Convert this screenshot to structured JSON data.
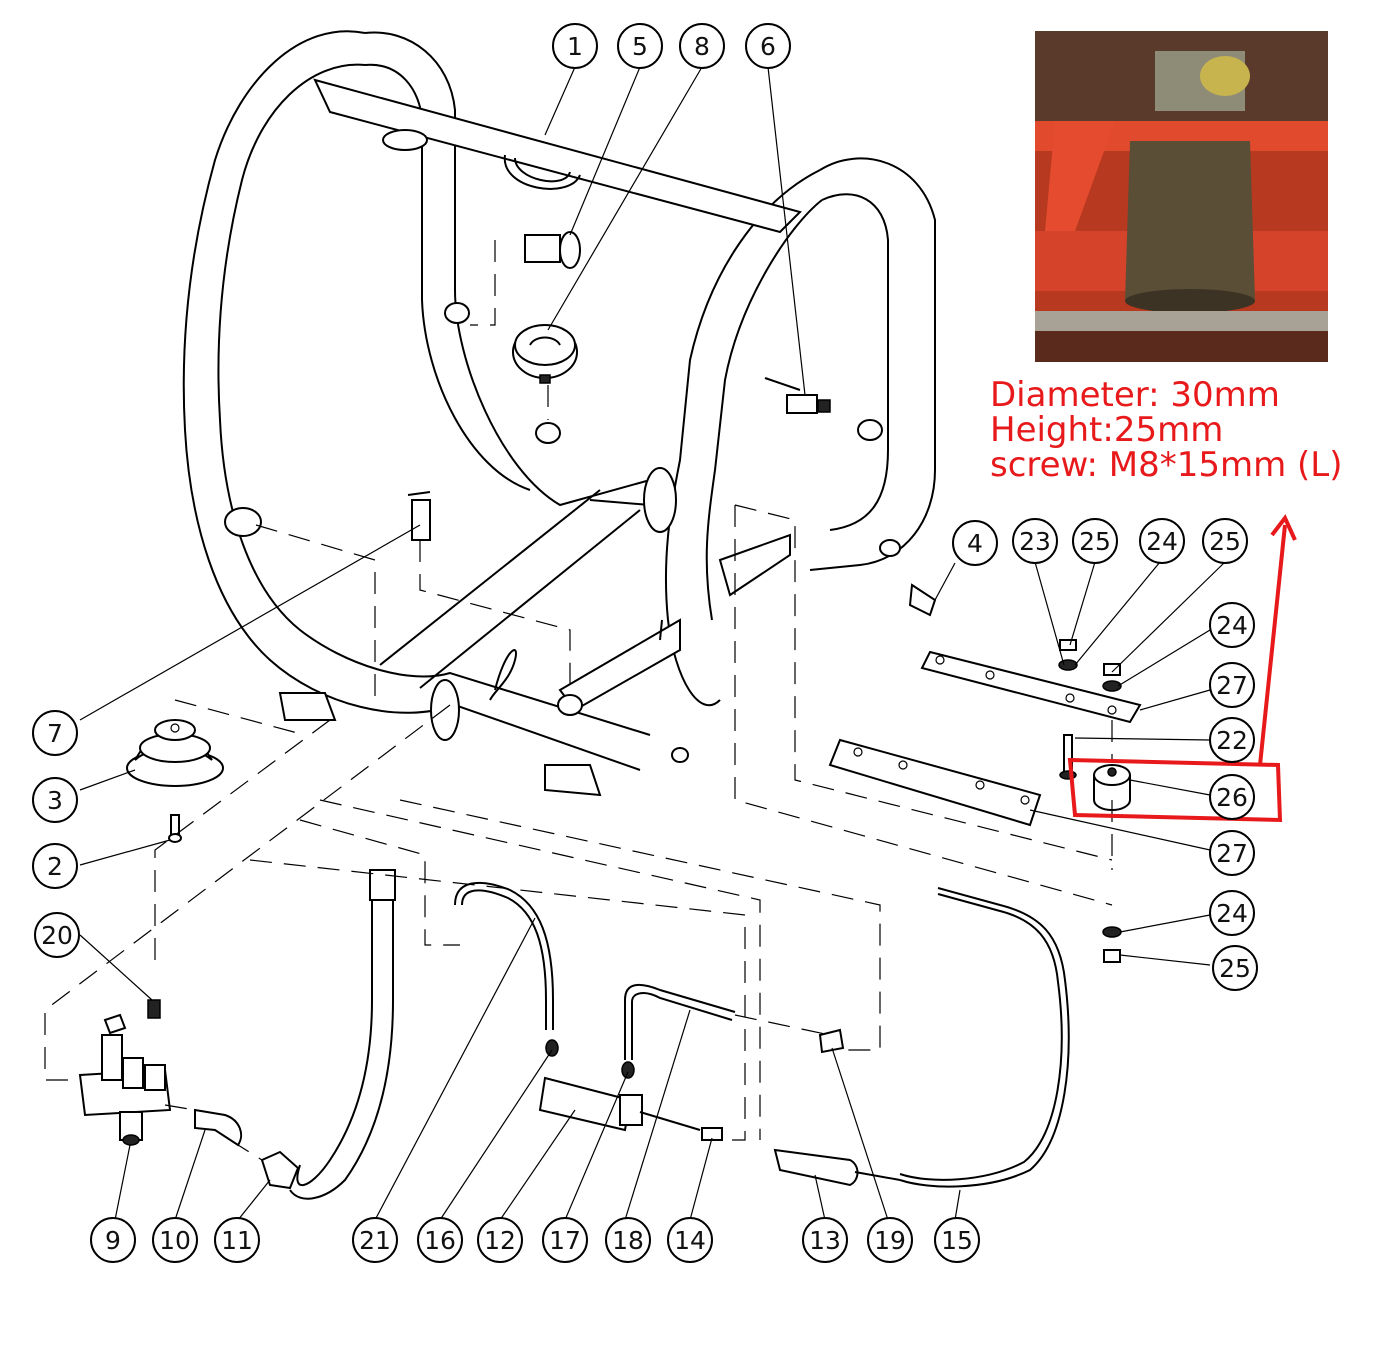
{
  "callouts": [
    {
      "label": "1"
    },
    {
      "label": "5"
    },
    {
      "label": "8"
    },
    {
      "label": "6"
    },
    {
      "label": "4"
    },
    {
      "label": "23"
    },
    {
      "label": "25"
    },
    {
      "label": "24"
    },
    {
      "label": "25"
    },
    {
      "label": "24"
    },
    {
      "label": "27"
    },
    {
      "label": "22"
    },
    {
      "label": "26"
    },
    {
      "label": "27"
    },
    {
      "label": "24"
    },
    {
      "label": "25"
    },
    {
      "label": "7"
    },
    {
      "label": "3"
    },
    {
      "label": "2"
    },
    {
      "label": "20"
    },
    {
      "label": "9"
    },
    {
      "label": "10"
    },
    {
      "label": "11"
    },
    {
      "label": "21"
    },
    {
      "label": "16"
    },
    {
      "label": "12"
    },
    {
      "label": "17"
    },
    {
      "label": "18"
    },
    {
      "label": "14"
    },
    {
      "label": "13"
    },
    {
      "label": "19"
    },
    {
      "label": "15"
    }
  ],
  "spec": {
    "diameter": "Diameter: 30mm",
    "height": "Height:25mm",
    "screw": "screw: M8*15mm (L)"
  },
  "colors": {
    "highlight": "#e8191b",
    "line": "#000000",
    "photo_bg": "#b9361f"
  },
  "icons": {
    "photo": "rubber-foot-photo-icon",
    "arrow": "red-arrow-icon"
  }
}
